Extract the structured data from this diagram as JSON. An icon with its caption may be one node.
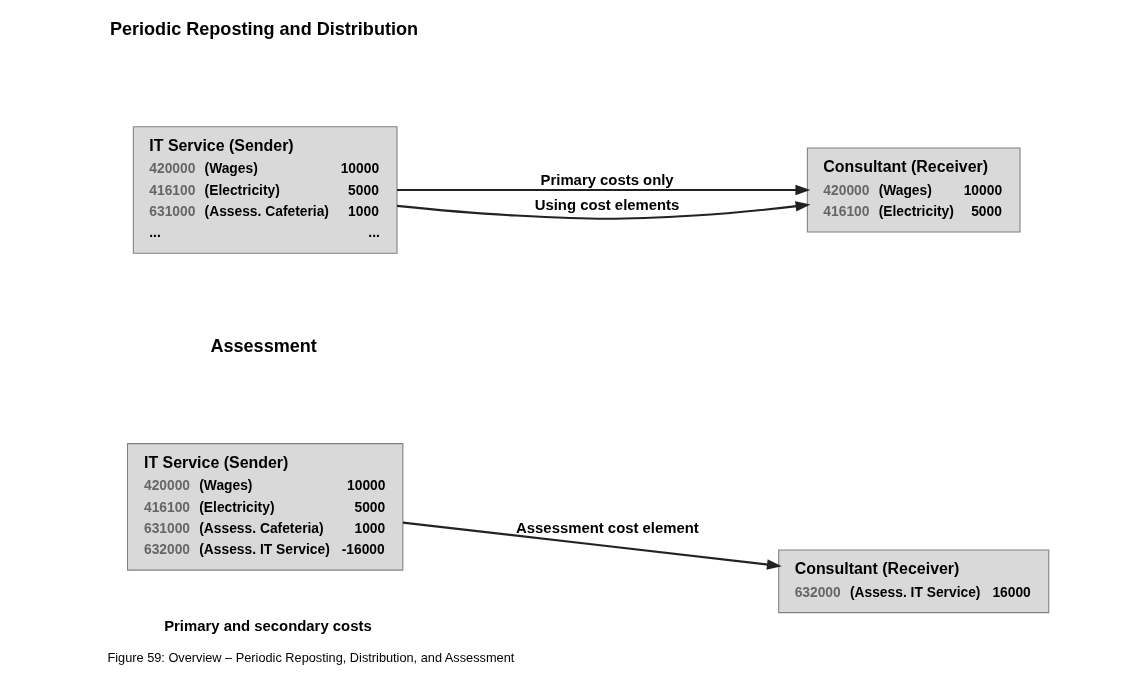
{
  "diagram": {
    "caption": "Figure 59: Overview – Periodic Reposting, Distribution, and Assessment",
    "nodes": [
      {
        "text": [
          "IT Service (Sender)",
          "420000",
          "(Wages)",
          "10000",
          "416100",
          "(Electricity)",
          "5000",
          "631000",
          "(Assess. Cafeteria)",
          "1000",
          "...",
          "..."
        ]
      },
      {
        "text": [
          "Consultant (Receiver)",
          "420000",
          "(Wages)",
          "10000",
          "416100",
          "(Electricity)",
          "5000"
        ]
      },
      {
        "text": [
          "IT Service (Sender)",
          "420000",
          "(Wages)",
          "10000",
          "416100",
          "(Electricity)",
          "5000",
          "631000",
          "(Assess. Cafeteria)",
          "1000",
          "632000",
          "(Assess. IT Service)",
          "-16000"
        ]
      },
      {
        "text": [
          "Consultant (Receiver)",
          "632000",
          "(Assess. IT Service)",
          "16000"
        ]
      }
    ],
    "edges": [
      {
        "from": 0,
        "to": 1,
        "arrow": "to",
        "label": "Primary costs only"
      },
      {
        "from": 0,
        "to": 1,
        "arrow": "to",
        "label": "Using cost elements"
      },
      {
        "from": 2,
        "to": 3,
        "arrow": "to",
        "label": "Assessment cost element"
      }
    ],
    "labels": [
      "Periodic Reposting and Distribution",
      "Assessment",
      "Primary and secondary costs"
    ]
  }
}
